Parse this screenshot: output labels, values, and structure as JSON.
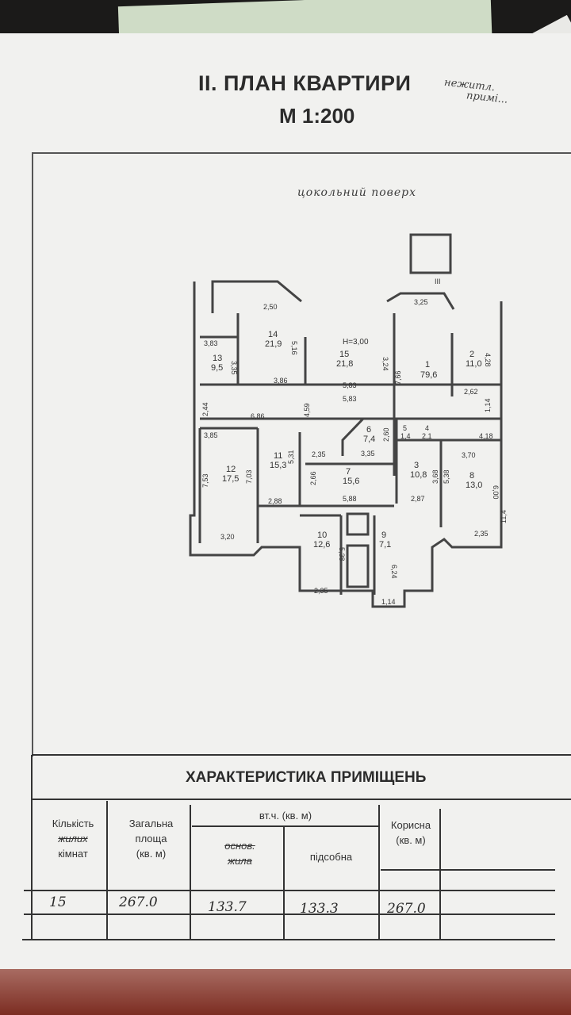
{
  "header": {
    "title": "ІІ. ПЛАН КВАРТИРИ",
    "scale": "М 1:200",
    "handwritten_1": "нежитл.",
    "handwritten_2": "примі..."
  },
  "plan": {
    "floor_label": "цокольний поверх",
    "stair_mark": "III",
    "height_note": "Н=3,00",
    "rooms": [
      {
        "no": "13",
        "area": "9,5"
      },
      {
        "no": "14",
        "area": "21,9"
      },
      {
        "no": "15",
        "area": "21,8"
      },
      {
        "no": "1",
        "area": "79,6"
      },
      {
        "no": "2",
        "area": "11,0"
      },
      {
        "no": "11",
        "area": "15,3"
      },
      {
        "no": "12",
        "area": "17,5"
      },
      {
        "no": "6",
        "area": "7,4"
      },
      {
        "no": "5",
        "area": "1,4"
      },
      {
        "no": "4",
        "area": "2,1"
      },
      {
        "no": "7",
        "area": "15,6"
      },
      {
        "no": "3",
        "area": "10,8"
      },
      {
        "no": "8",
        "area": "13,0"
      },
      {
        "no": "10",
        "area": "12,6"
      },
      {
        "no": "9",
        "area": "7,1"
      }
    ],
    "dims": [
      "2,50",
      "3,25",
      "3,83",
      "3,35",
      "5,16",
      "3,86",
      "5,83",
      "5,83",
      "3,24",
      "7,66",
      "4,28",
      "2,62",
      "2,44",
      "6,86",
      "4,59",
      "3,85",
      "7,53",
      "7,03",
      "5,31",
      "2,35",
      "2,60",
      "3,35",
      "2,66",
      "5,88",
      "3,68",
      "2,87",
      "5,38",
      "6,00",
      "4,18",
      "3,70",
      "1,14",
      "2,88",
      "3,20",
      "5,38",
      "2,35",
      "6,24",
      "1,14",
      "2,35",
      "11,4"
    ]
  },
  "table": {
    "title": "ХАРАКТЕРИСТИКА ПРИМІЩЕНЬ",
    "h_count_1": "Кількість",
    "h_count_2": "жилих",
    "h_count_3": "кімнат",
    "h_total_1": "Загальна",
    "h_total_2": "площа",
    "h_total_3": "(кв. м)",
    "h_incl": "вт.ч. (кв. м)",
    "h_main_1": "основ.",
    "h_main_2": "жила",
    "h_aux": "підсобна",
    "h_useful_1": "Корисна",
    "h_useful_2": "(кв. м)",
    "v_count": "15",
    "v_total": "267.0",
    "v_main": "133.7",
    "v_aux": "133.3",
    "v_useful": "267.0"
  }
}
